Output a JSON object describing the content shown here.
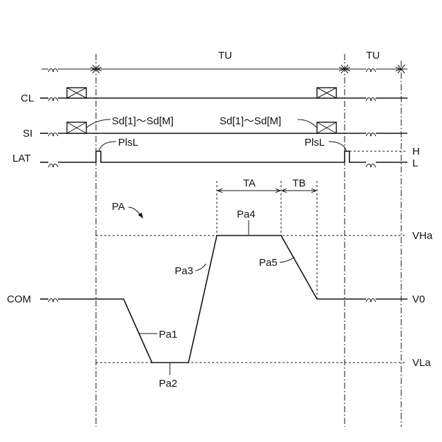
{
  "signals": {
    "cl": "CL",
    "si": "SI",
    "lat": "LAT",
    "com": "COM"
  },
  "period": {
    "tu_main": "TU",
    "tu_next": "TU"
  },
  "annotations": {
    "sd_left": "Sd[1]～Sd[M]",
    "sd_right": "Sd[1]～Sd[M]",
    "pls_left": "PlsL",
    "pls_right": "PlsL",
    "waveform": "PA",
    "ta": "TA",
    "tb": "TB",
    "pa1": "Pa1",
    "pa2": "Pa2",
    "pa3": "Pa3",
    "pa4": "Pa4",
    "pa5": "Pa5"
  },
  "levels": {
    "high": "H",
    "low": "L",
    "vha": "VHa",
    "v0": "V0",
    "vla": "VLa"
  }
}
